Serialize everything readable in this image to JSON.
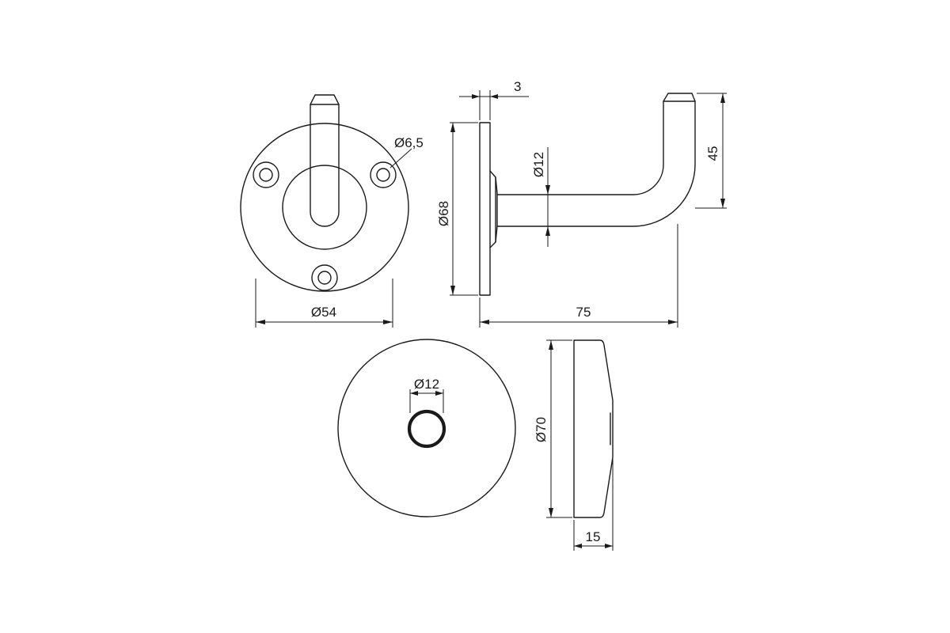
{
  "dimensions": {
    "hole_diameter": "Ø6,5",
    "plate_diameter": "Ø54",
    "plate_thickness": "3",
    "plate_height": "Ø68",
    "rod_diameter": "Ø12",
    "hook_height": "45",
    "projection_length": "75",
    "cap_hole_diameter": "Ø12",
    "cap_diameter": "Ø70",
    "cap_depth": "15"
  },
  "colors": {
    "line": "#1a1a1a",
    "background": "#ffffff"
  }
}
